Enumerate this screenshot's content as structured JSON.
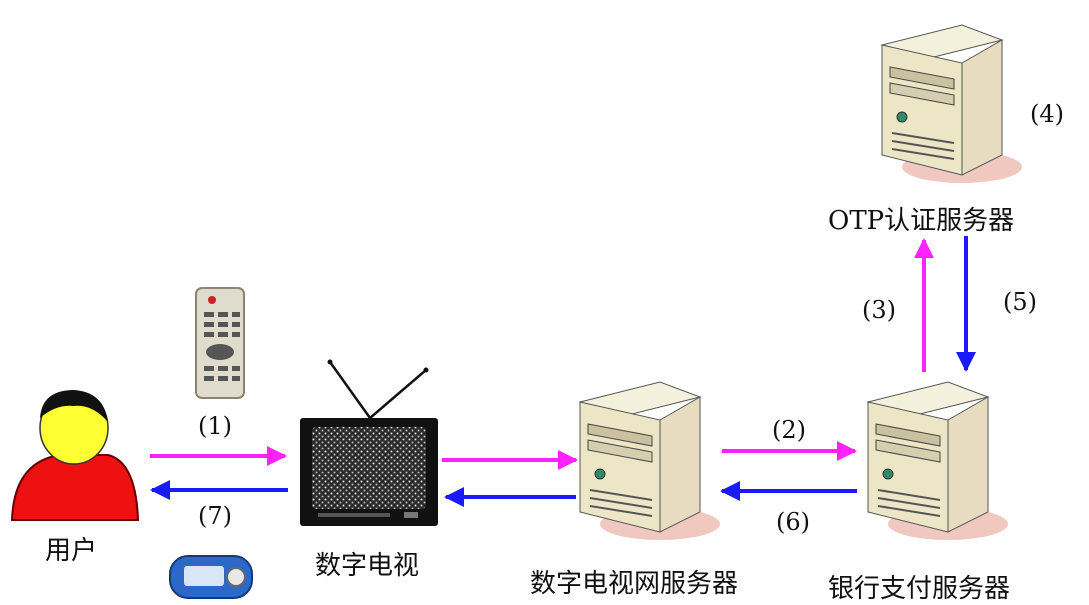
{
  "nodes": {
    "user": "用户",
    "tv": "数字电视",
    "tv_server": "数字电视网服务器",
    "bank_server": "银行支付服务器",
    "otp_server": "OTP认证服务器"
  },
  "steps": {
    "s1": "(1)",
    "s2": "(2)",
    "s3": "(3)",
    "s4": "(4)",
    "s5": "(5)",
    "s6": "(6)",
    "s7": "(7)"
  },
  "colors": {
    "request_arrow": "#ff22ff",
    "response_arrow": "#1a1aff"
  }
}
